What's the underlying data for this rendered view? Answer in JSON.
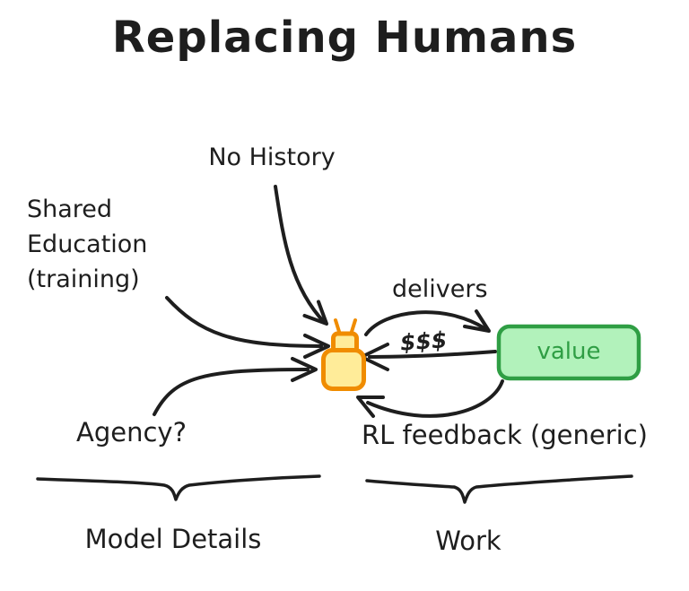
{
  "title": "Replacing Humans",
  "colors": {
    "background": "#ffffff",
    "ink": "#1e1e1e",
    "robot_stroke": "#f08c00",
    "robot_fill": "#ffec99",
    "value_stroke": "#2f9e44",
    "value_fill": "#b2f2bb",
    "value_text": "#2f9e44"
  },
  "labels": {
    "no_history": "No History",
    "shared_education": "Shared\nEducation\n(training)",
    "agency": "Agency?",
    "delivers": "delivers",
    "money": "$$$",
    "rl_feedback": "RL feedback (generic)",
    "value": "value"
  },
  "groups": {
    "model_details": "Model Details",
    "work": "Work"
  },
  "icons": {
    "robot": "robot-icon"
  }
}
